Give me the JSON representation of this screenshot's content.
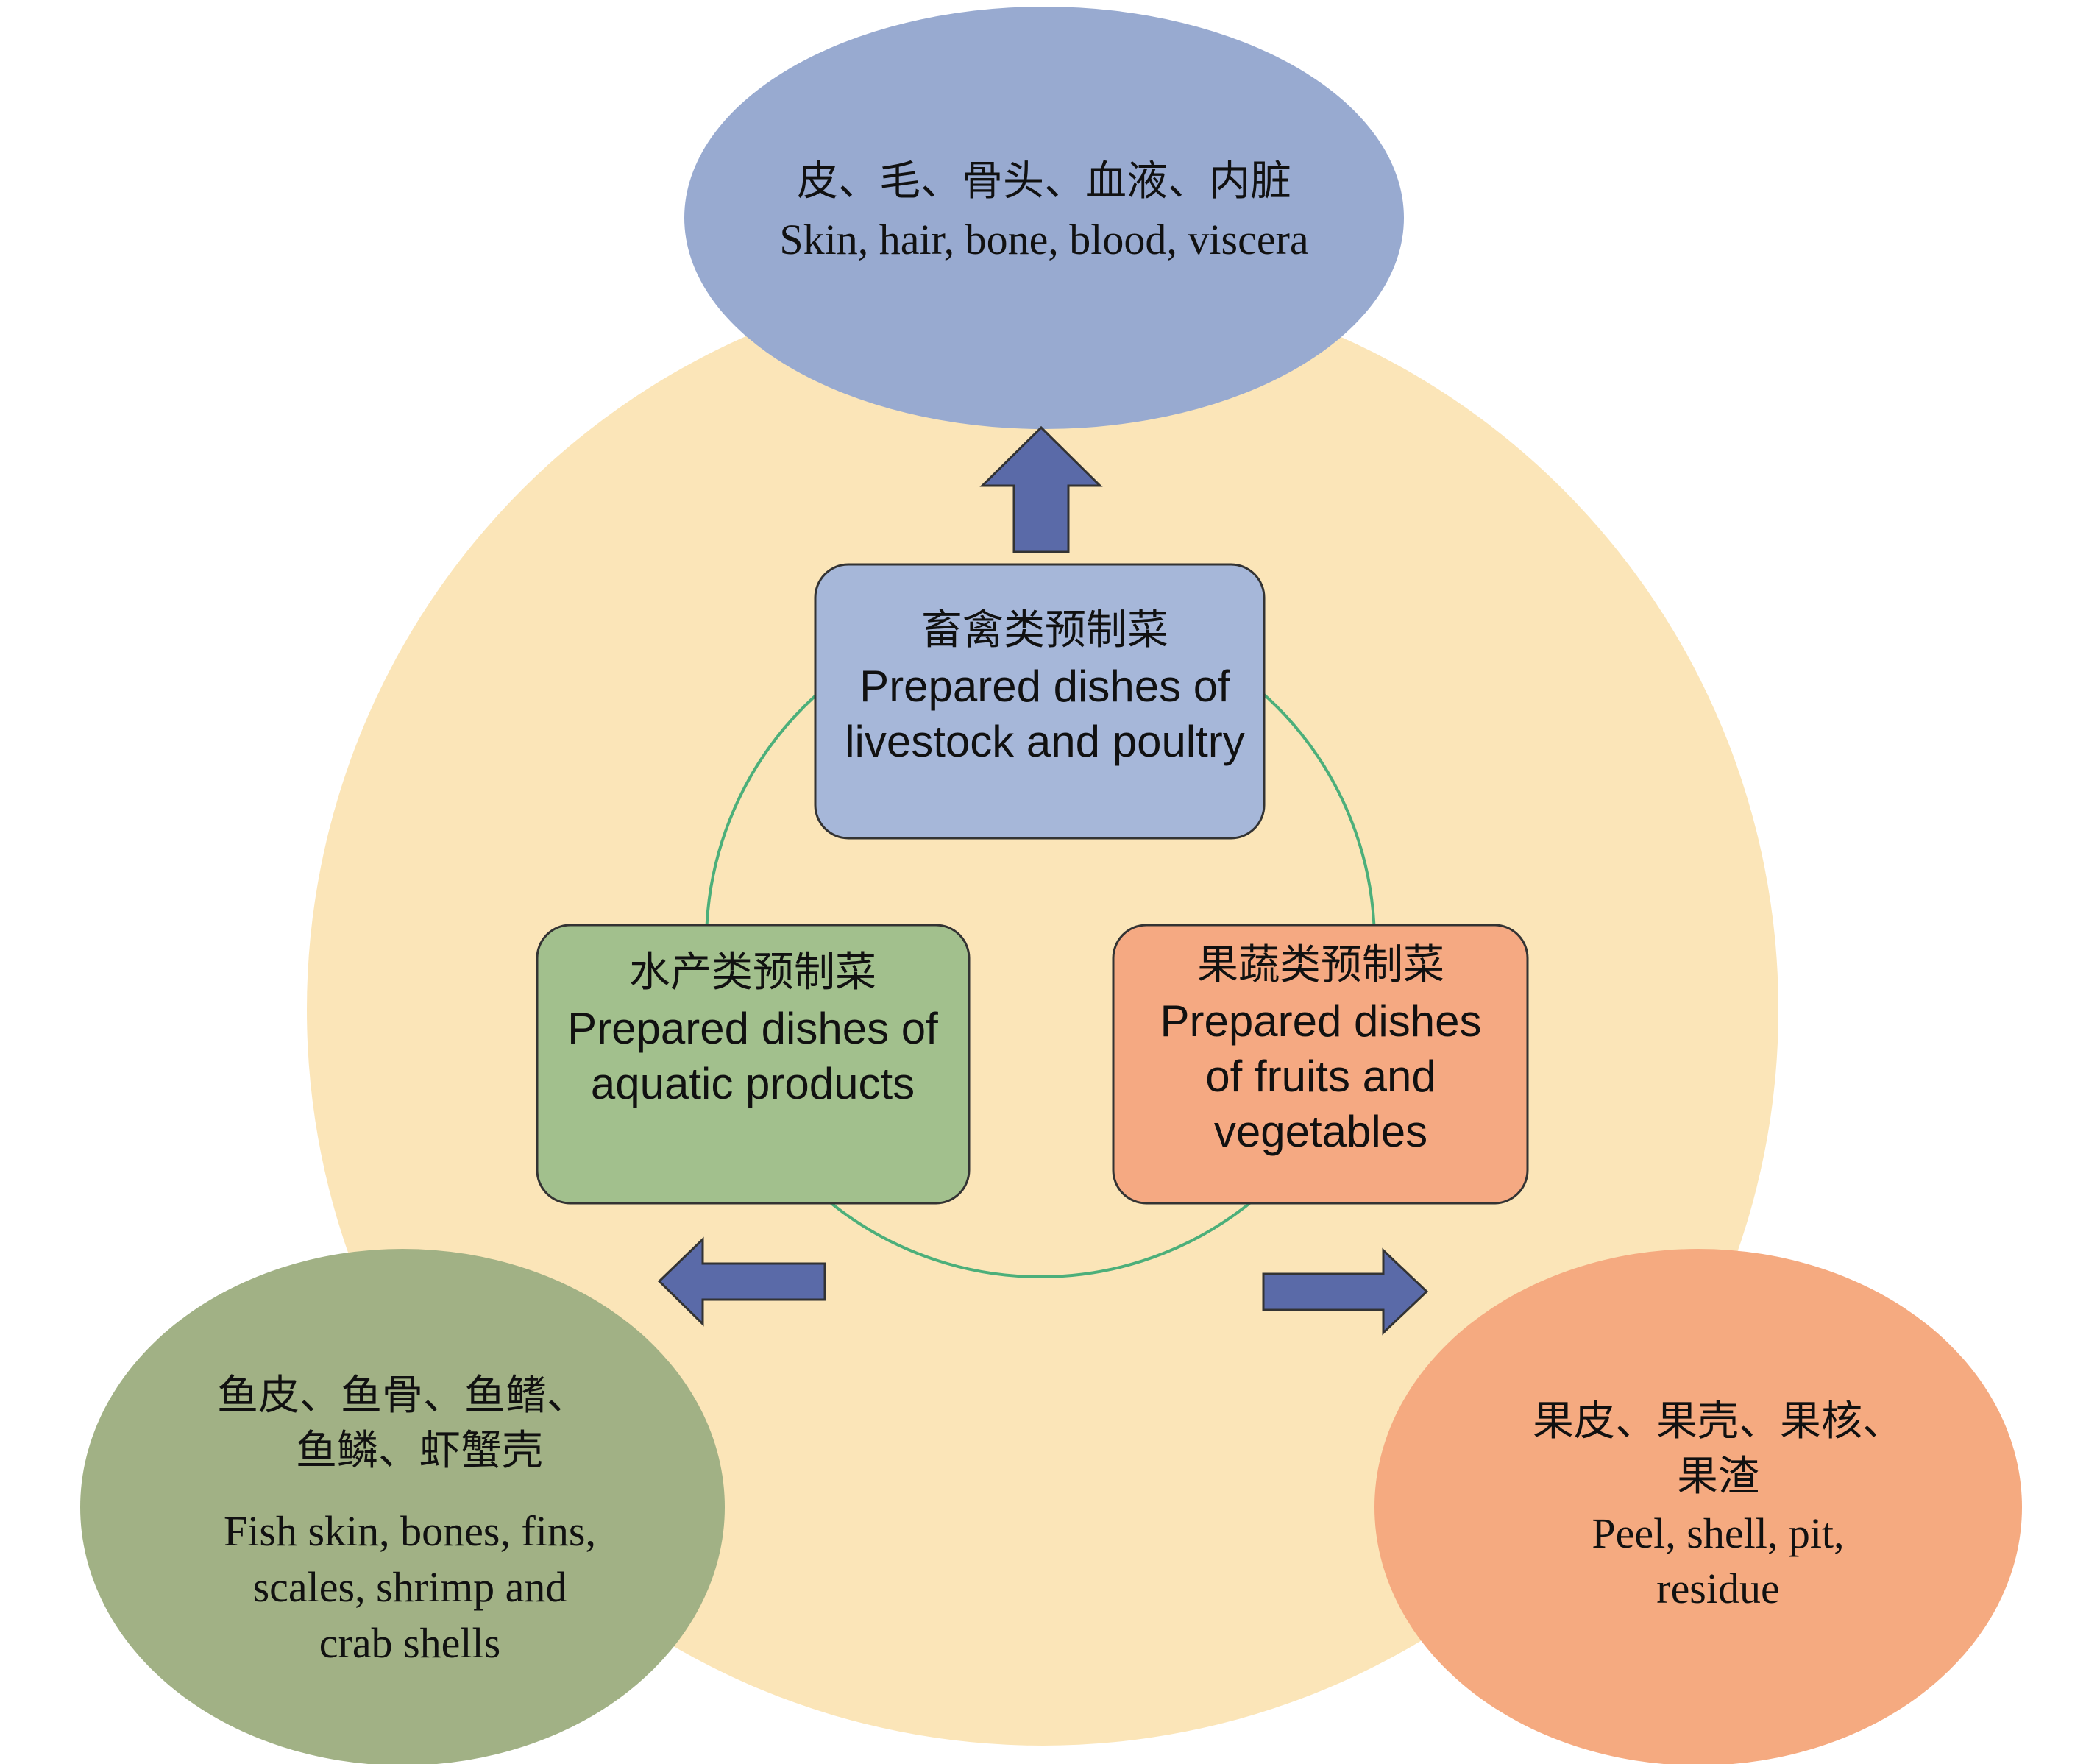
{
  "colors": {
    "background_circle": "#fbe5b8",
    "livestock": "#98aad0",
    "livestock_box": "#a6b7d9",
    "aquatic": "#a1b185",
    "aquatic_box": "#a2c08d",
    "fruit": "#f5aa80",
    "fruit_box": "#f5a982",
    "arrow": "#5a6aa8"
  },
  "top_ellipse": {
    "cn": "皮、毛、骨头、血液、内脏",
    "en": "Skin, hair, bone, blood, viscera"
  },
  "left_ellipse": {
    "cn1": "鱼皮、鱼骨、鱼鳍、",
    "cn2": "鱼鳞、虾蟹壳",
    "en1": "Fish skin, bones, fins,",
    "en2": "scales, shrimp and",
    "en3": "crab shells"
  },
  "right_ellipse": {
    "cn1": "果皮、果壳、果核、",
    "cn2": "果渣",
    "en1": "Peel, shell, pit,",
    "en2": "residue"
  },
  "top_box": {
    "cn": "畜禽类预制菜",
    "en1": "Prepared dishes of",
    "en2": "livestock and poultry"
  },
  "left_box": {
    "cn": "水产类预制菜",
    "en1": "Prepared dishes of",
    "en2": "aquatic products"
  },
  "right_box": {
    "cn": "果蔬类预制菜",
    "en1": "Prepared dishes",
    "en2": "of fruits and",
    "en3": "vegetables"
  }
}
